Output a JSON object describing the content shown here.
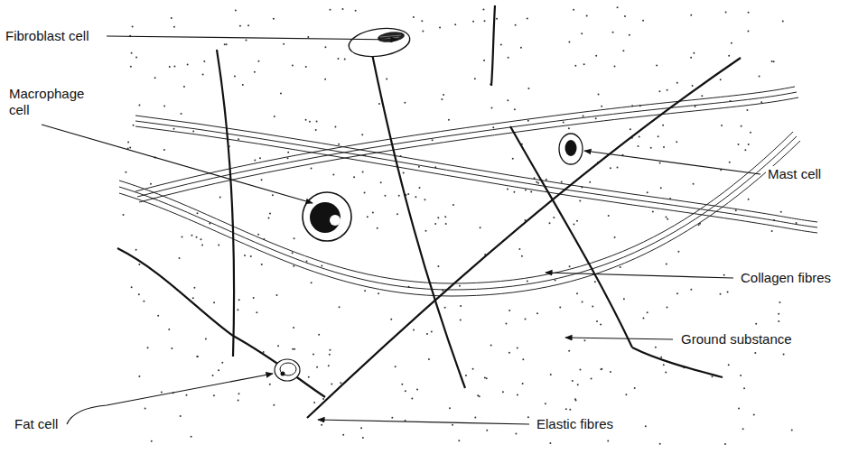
{
  "diagram": {
    "labels": [
      "Fibroblast cell",
      "Macrophage cell",
      "Mast cell",
      "Collagen fibres",
      "Ground substance",
      "Fat cell",
      "Elastic fibres"
    ]
  }
}
